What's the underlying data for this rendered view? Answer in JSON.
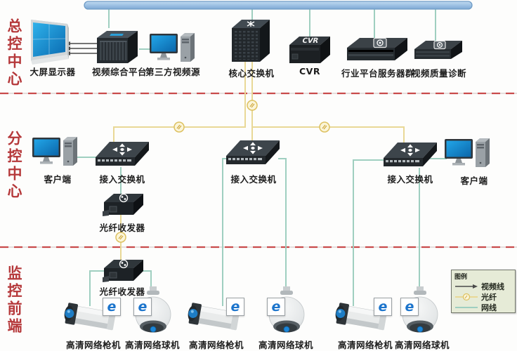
{
  "sections": {
    "main_control": "总控中心",
    "sub_control": "分控中心",
    "front_end": "监控前端"
  },
  "labels": {
    "display_wall": "大屏显示器",
    "video_platform": "视频综合平台",
    "third_party_source": "第三方视频源",
    "core_switch": "核心交换机",
    "cvr": "CVR",
    "server_cluster": "行业平台服务器群",
    "quality_diagnosis": "视频质量诊断",
    "client": "客户端",
    "access_switch": "接入交换机",
    "fiber_transceiver": "光纤收发器",
    "bullet_camera": "高清网络枪机",
    "dome_camera": "高清网络球机",
    "camera_badge": "e"
  },
  "legend": {
    "title": "图例",
    "items": [
      {
        "label": "视频线",
        "type": "video"
      },
      {
        "label": "光纤",
        "type": "fiber"
      },
      {
        "label": "网线",
        "type": "network"
      }
    ]
  },
  "colors": {
    "section_label": "#b5383a",
    "divider_dashed": "#c94b4b",
    "network_line": "#9fcfc0",
    "fiber_line": "#e9d896",
    "video_line": "#4a4a4a",
    "bus_bar": "#a9c9e8",
    "screen_blue": "#1492dc",
    "legend_bg": "#e6ebd7"
  }
}
